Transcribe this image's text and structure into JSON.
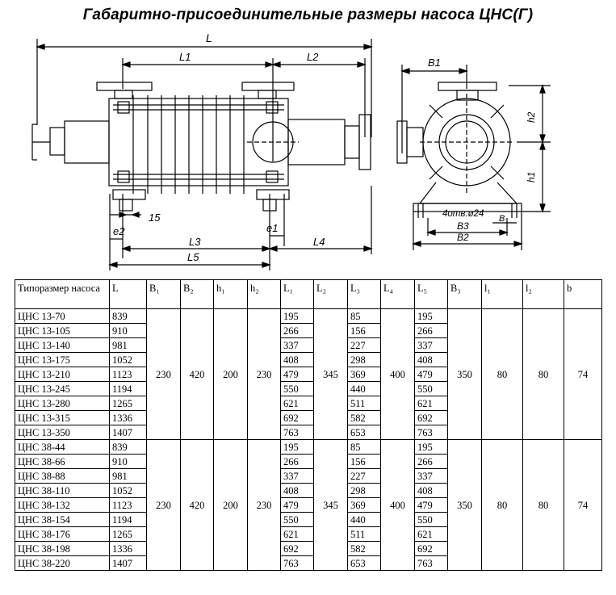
{
  "title": "Габаритно-присоединительные размеры насоса ЦНС(Г)",
  "drawing": {
    "labels": {
      "L": "L",
      "L1": "L1",
      "L2": "L2",
      "L3": "L3",
      "L4": "L4",
      "L5": "L5",
      "e1": "e1",
      "e2": "e2",
      "dim15": "15",
      "B1": "B1",
      "B2": "B2",
      "B3": "B3",
      "B": "B",
      "h1": "h1",
      "h2": "h2",
      "holes": "4отв.ø24"
    }
  },
  "table": {
    "headers": [
      "Типоразмер насоса",
      "L",
      "B₁",
      "B₂",
      "h₁",
      "h₂",
      "L₁",
      "L₂",
      "L₃",
      "L₄",
      "L₅",
      "B₃",
      "l₁",
      "l₂",
      "b"
    ],
    "groups": [
      {
        "common": {
          "B1": "230",
          "B2": "420",
          "h1": "200",
          "h2": "230",
          "L2": "345",
          "L4": "400",
          "B3": "350",
          "l1": "80",
          "l2": "80",
          "b": "74"
        },
        "rows": [
          {
            "model": "ЦНС 13-70",
            "L": "839",
            "L1": "195",
            "L3": "85",
            "L5": "195"
          },
          {
            "model": "ЦНС 13-105",
            "L": "910",
            "L1": "266",
            "L3": "156",
            "L5": "266"
          },
          {
            "model": "ЦНС 13-140",
            "L": "981",
            "L1": "337",
            "L3": "227",
            "L5": "337"
          },
          {
            "model": "ЦНС 13-175",
            "L": "1052",
            "L1": "408",
            "L3": "298",
            "L5": "408"
          },
          {
            "model": "ЦНС 13-210",
            "L": "1123",
            "L1": "479",
            "L3": "369",
            "L5": "479"
          },
          {
            "model": "ЦНС 13-245",
            "L": "1194",
            "L1": "550",
            "L3": "440",
            "L5": "550"
          },
          {
            "model": "ЦНС 13-280",
            "L": "1265",
            "L1": "621",
            "L3": "511",
            "L5": "621"
          },
          {
            "model": "ЦНС 13-315",
            "L": "1336",
            "L1": "692",
            "L3": "582",
            "L5": "692"
          },
          {
            "model": "ЦНС 13-350",
            "L": "1407",
            "L1": "763",
            "L3": "653",
            "L5": "763"
          }
        ]
      },
      {
        "common": {
          "B1": "230",
          "B2": "420",
          "h1": "200",
          "h2": "230",
          "L2": "345",
          "L4": "400",
          "B3": "350",
          "l1": "80",
          "l2": "80",
          "b": "74"
        },
        "rows": [
          {
            "model": "ЦНС 38-44",
            "L": "839",
            "L1": "195",
            "L3": "85",
            "L5": "195"
          },
          {
            "model": "ЦНС 38-66",
            "L": "910",
            "L1": "266",
            "L3": "156",
            "L5": "266"
          },
          {
            "model": "ЦНС 38-88",
            "L": "981",
            "L1": "337",
            "L3": "227",
            "L5": "337"
          },
          {
            "model": "ЦНС 38-110",
            "L": "1052",
            "L1": "408",
            "L3": "298",
            "L5": "408"
          },
          {
            "model": "ЦНС 38-132",
            "L": "1123",
            "L1": "479",
            "L3": "369",
            "L5": "479"
          },
          {
            "model": "ЦНС 38-154",
            "L": "1194",
            "L1": "550",
            "L3": "440",
            "L5": "550"
          },
          {
            "model": "ЦНС 38-176",
            "L": "1265",
            "L1": "621",
            "L3": "511",
            "L5": "621"
          },
          {
            "model": "ЦНС 38-198",
            "L": "1336",
            "L1": "692",
            "L3": "582",
            "L5": "692"
          },
          {
            "model": "ЦНС 38-220",
            "L": "1407",
            "L1": "763",
            "L3": "653",
            "L5": "763"
          }
        ]
      }
    ]
  }
}
